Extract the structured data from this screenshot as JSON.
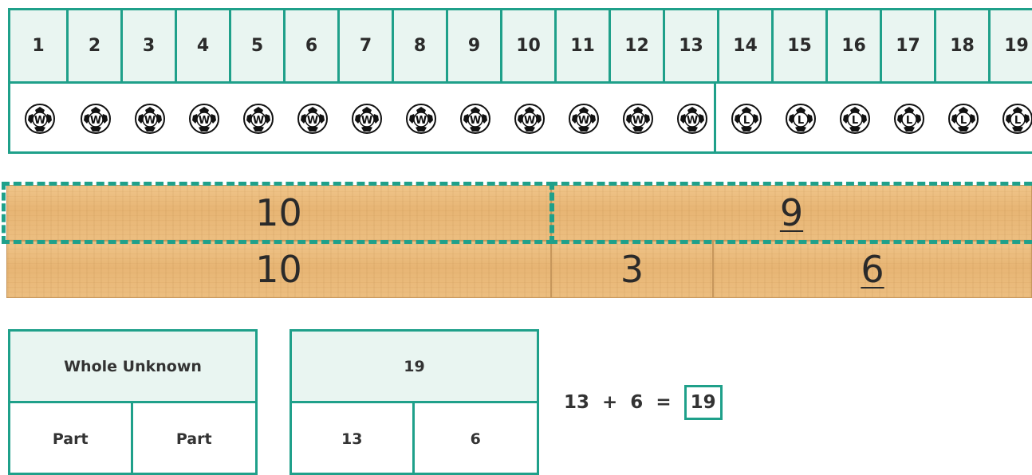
{
  "games": {
    "numbers": [
      "1",
      "2",
      "3",
      "4",
      "5",
      "6",
      "7",
      "8",
      "9",
      "10",
      "11",
      "12",
      "13",
      "14",
      "15",
      "16",
      "17",
      "18",
      "19"
    ],
    "results": [
      "W",
      "W",
      "W",
      "W",
      "W",
      "W",
      "W",
      "W",
      "W",
      "W",
      "W",
      "W",
      "W",
      "L",
      "L",
      "L",
      "L",
      "L",
      "L"
    ],
    "ball_icon": "soccer-ball-icon"
  },
  "tape": {
    "top_ten": "10",
    "top_nine": "9",
    "bottom_ten": "10",
    "bottom_three": "3",
    "bottom_six": "6"
  },
  "model_left": {
    "whole": "Whole Unknown",
    "part1": "Part",
    "part2": "Part"
  },
  "model_right": {
    "whole": "19",
    "part1": "13",
    "part2": "6"
  },
  "equation": {
    "a": "13",
    "op": "+",
    "b": "6",
    "eq": "=",
    "answer": "19"
  },
  "colors": {
    "accent": "#1fa08a",
    "header_fill": "#e9f5f1",
    "wood": "#e7b574"
  }
}
